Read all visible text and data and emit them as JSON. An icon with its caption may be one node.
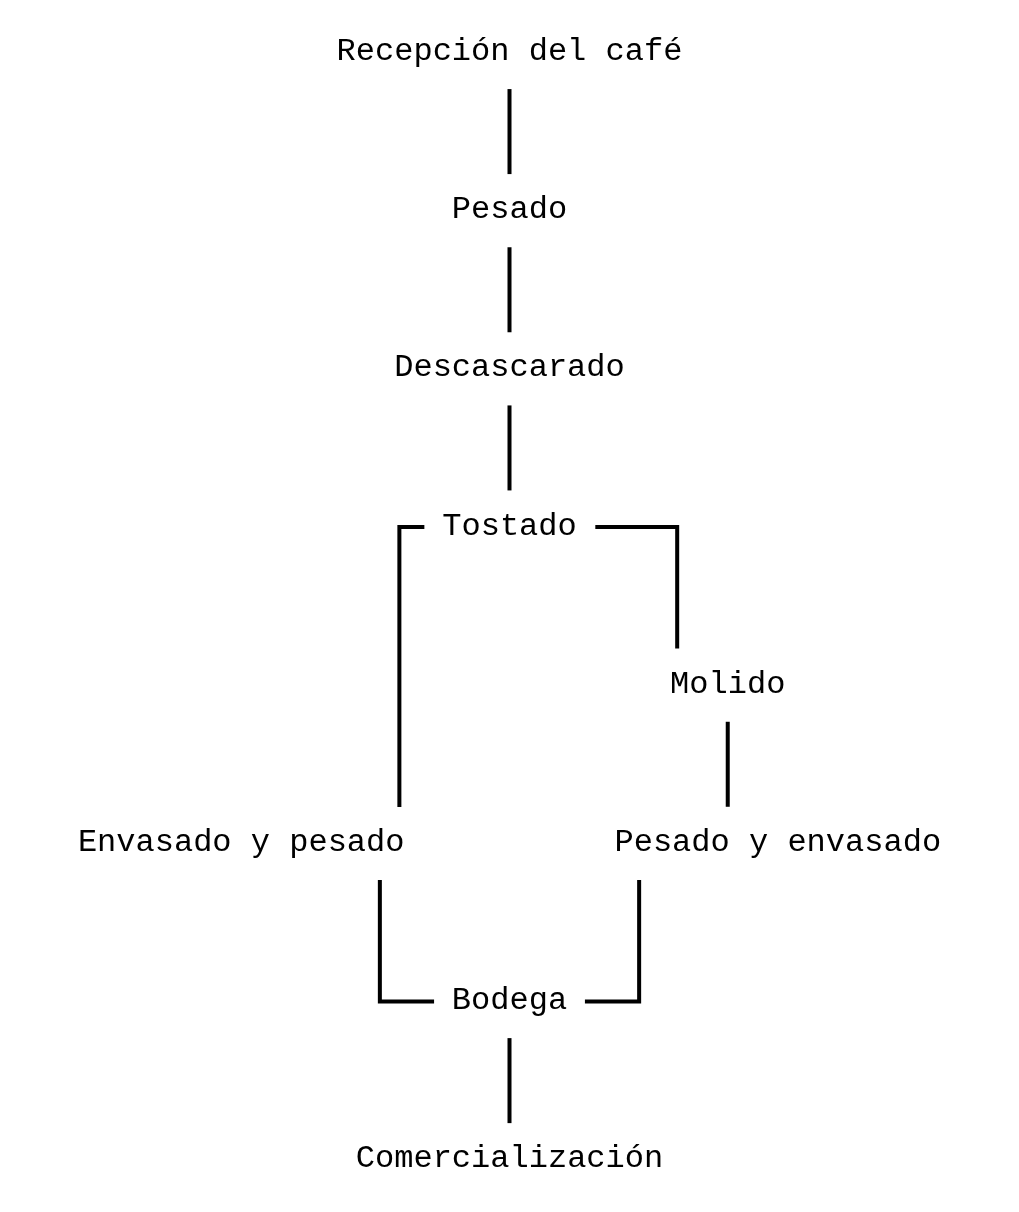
{
  "diagram": {
    "nodes": [
      {
        "text": [
          "Recepción del café"
        ]
      },
      {
        "text": [
          "Pesado"
        ]
      },
      {
        "text": [
          "Descascarado"
        ]
      },
      {
        "text": [
          "Tostado"
        ]
      },
      {
        "text": [
          "Envasado y pesado"
        ]
      },
      {
        "text": [
          "Molido"
        ]
      },
      {
        "text": [
          "Pesado y envasado"
        ]
      },
      {
        "text": [
          "Bodega"
        ]
      },
      {
        "text": [
          "Comercialización"
        ]
      }
    ],
    "edges": [
      {
        "from": 0,
        "to": 1,
        "arrow": "none"
      },
      {
        "from": 1,
        "to": 2,
        "arrow": "none"
      },
      {
        "from": 2,
        "to": 3,
        "arrow": "none"
      },
      {
        "from": 3,
        "to": 4,
        "arrow": "none"
      },
      {
        "from": 3,
        "to": 5,
        "arrow": "none"
      },
      {
        "from": 5,
        "to": 6,
        "arrow": "none"
      },
      {
        "from": 4,
        "to": 7,
        "arrow": "none"
      },
      {
        "from": 6,
        "to": 7,
        "arrow": "none"
      },
      {
        "from": 7,
        "to": 8,
        "arrow": "none"
      }
    ]
  }
}
